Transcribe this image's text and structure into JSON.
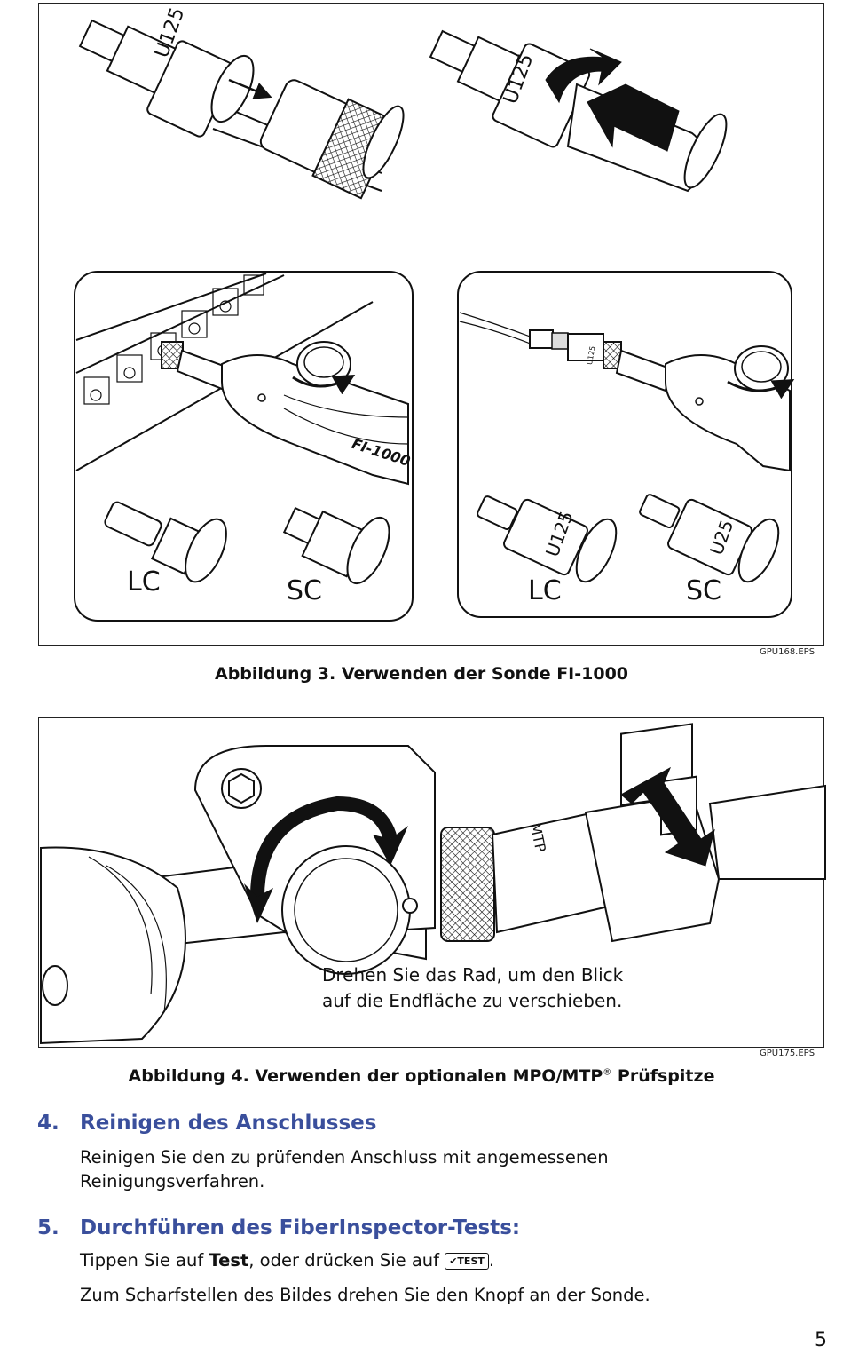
{
  "figure3": {
    "labels": {
      "u125_top_left": "U125",
      "u125_top_right": "U125",
      "probe_model": "FI-1000",
      "u125_small": "U125",
      "u125_bottom_left": "U125",
      "u25_bottom_right": "U25",
      "lc_left": "LC",
      "sc_left": "SC",
      "lc_right": "LC",
      "sc_right": "SC"
    },
    "file_id": "GPU168.EPS",
    "caption": "Abbildung 3. Verwenden der Sonde FI-1000"
  },
  "figure4": {
    "labels": {
      "mtp": "MTP",
      "note_line1": "Drehen Sie das Rad, um den Blick",
      "note_line2": "auf die Endfläche zu verschieben."
    },
    "file_id": "GPU175.EPS",
    "caption_main": "Abbildung 4. Verwenden der optionalen MPO/MTP",
    "caption_sup": "®",
    "caption_end": " Prüfspitze"
  },
  "sections": [
    {
      "number": "4.",
      "title": "Reinigen des Anschlusses",
      "paragraphs": [
        "Reinigen Sie den zu prüfenden Anschluss mit angemessenen",
        "Reinigungsverfahren."
      ]
    },
    {
      "number": "5.",
      "title": "Durchführen des FiberInspector-Tests:",
      "step_prefix": "Tippen Sie auf ",
      "step_bold": "Test",
      "step_middle": ", oder drücken Sie auf ",
      "key_label": "✔TEST",
      "step_end": ".",
      "note": "Zum Scharfstellen des Bildes drehen Sie den Knopf an der Sonde."
    }
  ],
  "page_number": "5",
  "colors": {
    "heading": "#3a4f9c",
    "text": "#111111"
  }
}
